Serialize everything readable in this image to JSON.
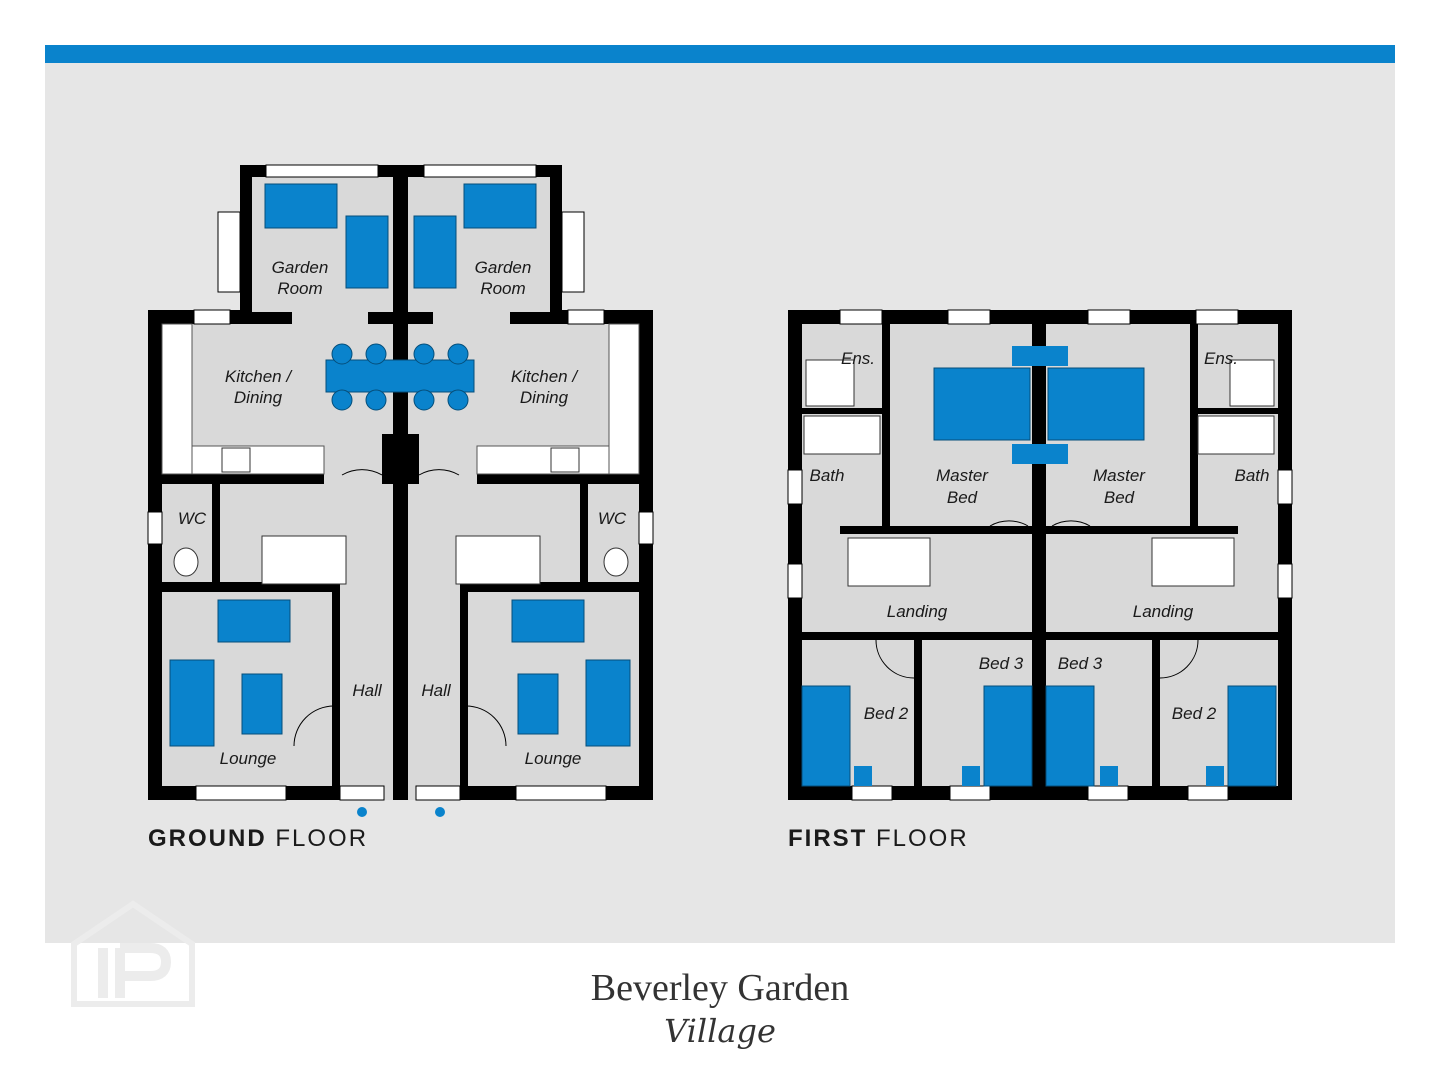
{
  "ground_floor": {
    "title_bold": "GROUND",
    "title_light": "FLOOR",
    "rooms": {
      "garden_room_l1": "Garden",
      "garden_room_l2": "Room",
      "kitchen_l1": "Kitchen /",
      "kitchen_l2": "Dining",
      "wc": "WC",
      "hall": "Hall",
      "lounge": "Lounge"
    }
  },
  "first_floor": {
    "title_bold": "FIRST",
    "title_light": "FLOOR",
    "rooms": {
      "ens": "Ens.",
      "bath": "Bath",
      "master_l1": "Master",
      "master_l2": "Bed",
      "landing": "Landing",
      "bed2": "Bed 2",
      "bed3": "Bed 3"
    }
  },
  "brand": {
    "line1": "Beverley Garden",
    "line2": "Village"
  },
  "colors": {
    "accent": "#0a83cc",
    "wall": "#000000",
    "floor": "#d9d9d9",
    "panel": "#e6e6e6"
  }
}
